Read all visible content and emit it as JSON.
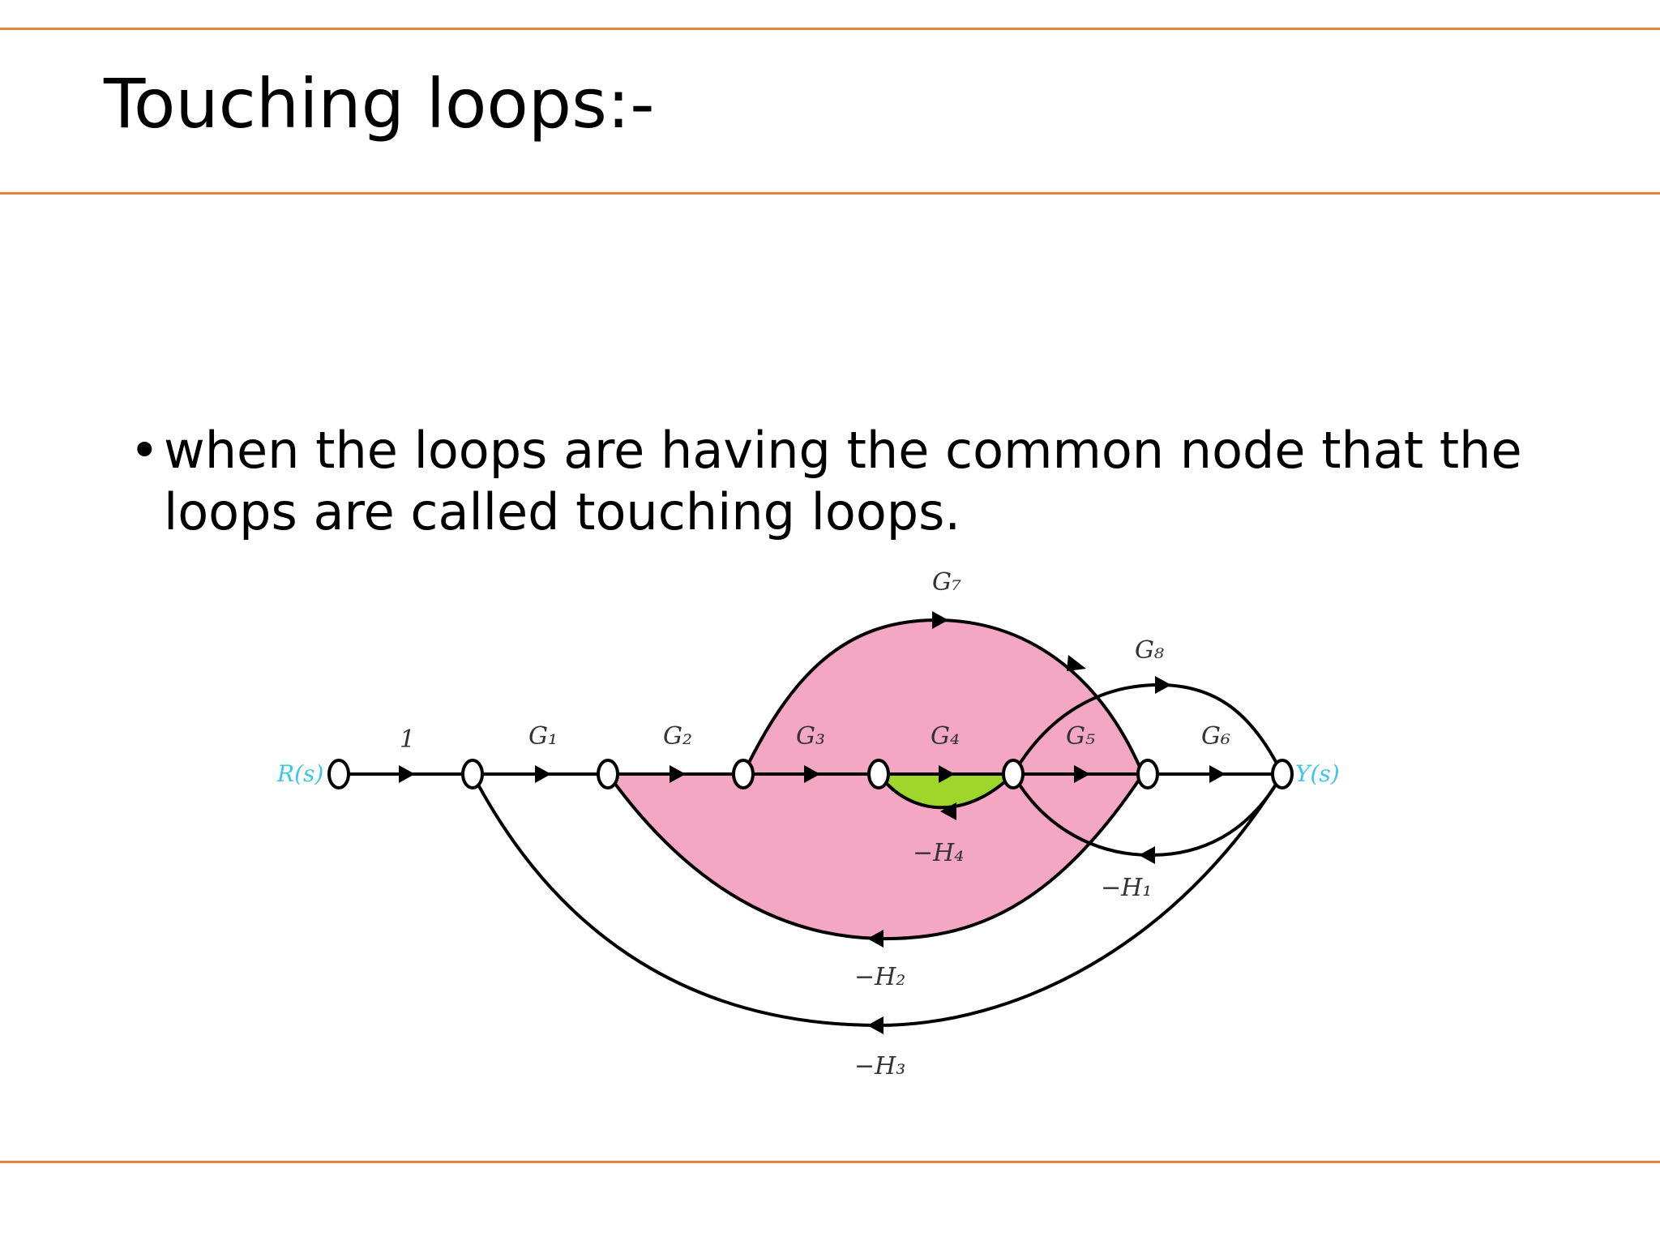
{
  "title": "Touching loops:-",
  "bullet": "when the loops are having the common node that the loops are called touching loops.",
  "diagram": {
    "input_label": "R(s)",
    "output_label": "Y(s)",
    "forward_gains": [
      "1",
      "G₁",
      "G₂",
      "G₃",
      "G₄",
      "G₅",
      "G₆"
    ],
    "g7": "G₇",
    "g8": "G₈",
    "h1": "−H₁",
    "h2": "−H₂",
    "h3": "−H₃",
    "h4": "−H₄",
    "highlight_colors": {
      "touching_loop": "#f4a7c3",
      "inner_loop": "#9fd62c"
    },
    "accent_color": "#e8823a"
  }
}
